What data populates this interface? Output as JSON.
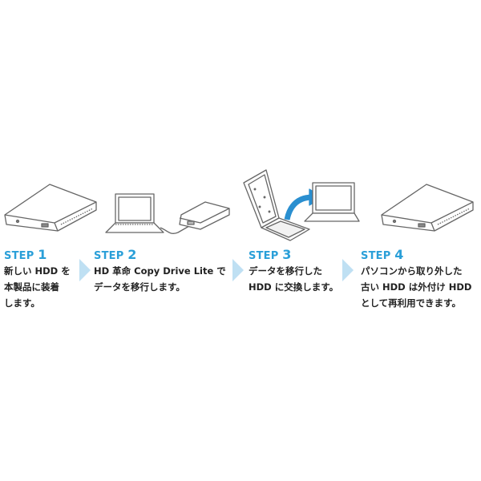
{
  "colors": {
    "accent": "#2a9fd8",
    "chevron": "#bfe0f3",
    "text": "#222222"
  },
  "illustrations": [
    {
      "name": "hdd-enclosure-icon"
    },
    {
      "name": "laptop-connected-hdd-icon"
    },
    {
      "name": "opened-laptop-hdd-swap-icon"
    },
    {
      "name": "hdd-enclosure-icon"
    }
  ],
  "steps": [
    {
      "label": "STEP",
      "num": "1",
      "lines": [
        "新しい HDD を",
        "本製品に装着",
        "します。"
      ]
    },
    {
      "label": "STEP",
      "num": "2",
      "lines": [
        "HD 革命 Copy Drive Lite で",
        "データを移行します。"
      ]
    },
    {
      "label": "STEP",
      "num": "3",
      "lines": [
        "データを移行した",
        "HDD に交換します。"
      ]
    },
    {
      "label": "STEP",
      "num": "4",
      "lines": [
        "パソコンから取り外した",
        "古い HDD は外付け HDD",
        "として再利用できます。"
      ]
    }
  ]
}
